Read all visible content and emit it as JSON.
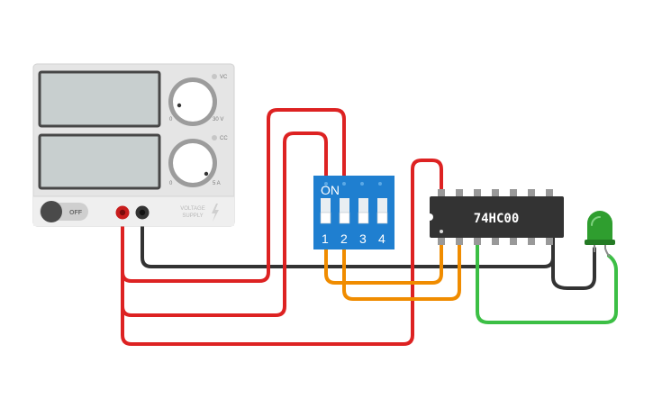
{
  "power_supply": {
    "voltage_label": "VC",
    "current_label": "CC",
    "voltage_min": "0",
    "voltage_max": "30 V",
    "current_min": "0",
    "current_max": "5 A",
    "switch_label": "OFF",
    "brand_line1": "VOLTAGE",
    "brand_line2": "SUPPLY"
  },
  "dip_switch": {
    "on_label": "ON",
    "numbers": [
      "1",
      "2",
      "3",
      "4"
    ]
  },
  "chip": {
    "label": "74HC00"
  },
  "led": {
    "color": "#2f9e2f"
  },
  "wire_colors": {
    "red": "#dd2222",
    "black": "#333333",
    "orange": "#f08c00",
    "green": "#3cbf45"
  }
}
